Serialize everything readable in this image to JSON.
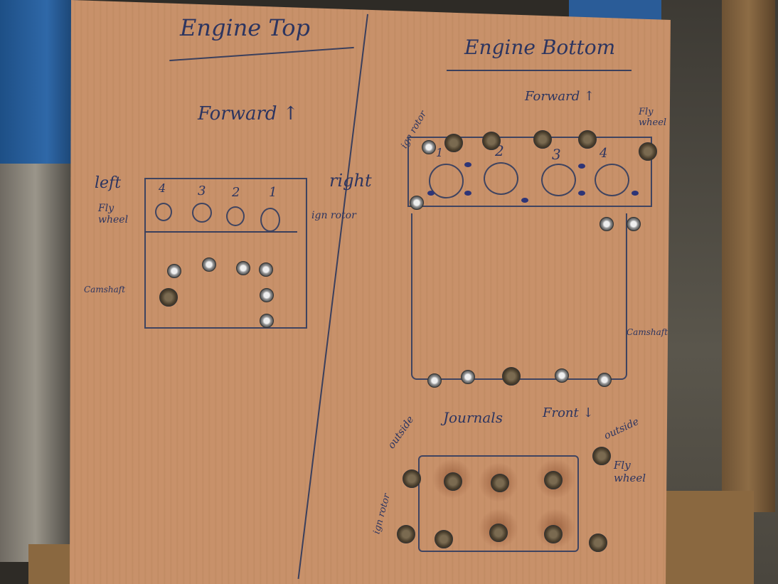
{
  "engine_top": {
    "title": "Engine Top",
    "forward": "Forward ↑",
    "left": "left",
    "right": "right",
    "flywheel": "Fly wheel",
    "ign_rotor": "ign rotor",
    "camshaft": "Camshaft",
    "cylinders": [
      "4",
      "3",
      "2",
      "1"
    ]
  },
  "engine_bottom": {
    "title": "Engine Bottom",
    "forward": "Forward ↑",
    "ign_rotor": "ign rotor",
    "flywheel": "Fly wheel",
    "camshaft": "Camshaft",
    "cylinders": [
      "1",
      "2",
      "3",
      "4"
    ]
  },
  "journals": {
    "title": "Journals",
    "front": "Front ↓",
    "outside_left": "outside",
    "outside_right": "outside",
    "flywheel": "Fly wheel",
    "ign_rotor": "ign rotor"
  }
}
